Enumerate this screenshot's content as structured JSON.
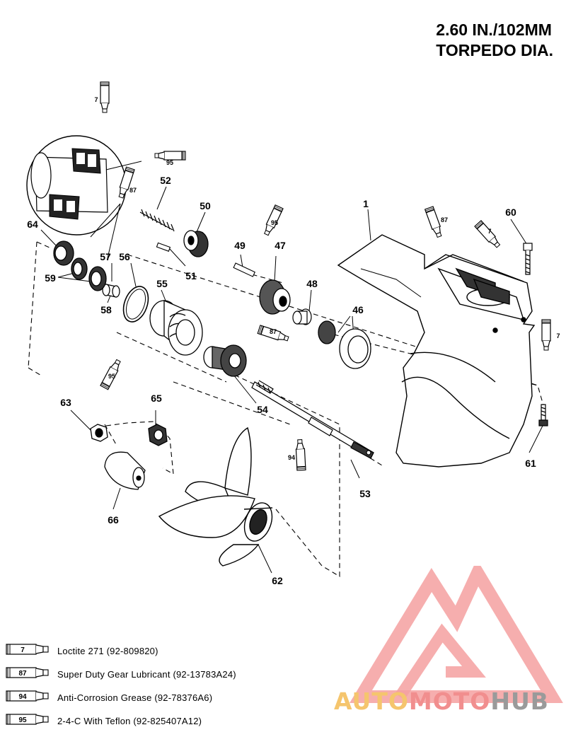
{
  "title": {
    "line1": "2.60 IN./102MM",
    "line2": "TORPEDO DIA."
  },
  "part_numbers": {
    "p1": "1",
    "p46": "46",
    "p47": "47",
    "p48": "48",
    "p49": "49",
    "p50": "50",
    "p51": "51",
    "p52": "52",
    "p53": "53",
    "p54": "54",
    "p55": "55",
    "p56": "56",
    "p57": "57",
    "p58": "58",
    "p59": "59",
    "p60": "60",
    "p61": "61",
    "p62": "62",
    "p63": "63",
    "p64": "64",
    "p65": "65",
    "p66": "66"
  },
  "tube_labels": {
    "t7a": "7",
    "t95a": "95",
    "t87a": "87",
    "t95b": "95",
    "t87b": "87",
    "t95c": "95",
    "t94a": "94",
    "t87c": "87",
    "t7b": "7",
    "t7c": "7"
  },
  "legend": [
    {
      "code": "7",
      "text": "Loctite 271 (92-809820)"
    },
    {
      "code": "87",
      "text": "Super Duty Gear Lubricant (92-13783A24)"
    },
    {
      "code": "94",
      "text": "Anti-Corrosion Grease (92-78376A6)"
    },
    {
      "code": "95",
      "text": "2-4-C  With Teflon (92-825407A12)"
    }
  ],
  "watermark": {
    "part1": "AUTO",
    "part2": "MOTO",
    "part3": "HUB",
    "colors": {
      "auto": "#f5c56d",
      "moto": "#f18e8e",
      "hub": "#9a9a9a",
      "logo": "#f4a0a0"
    }
  }
}
